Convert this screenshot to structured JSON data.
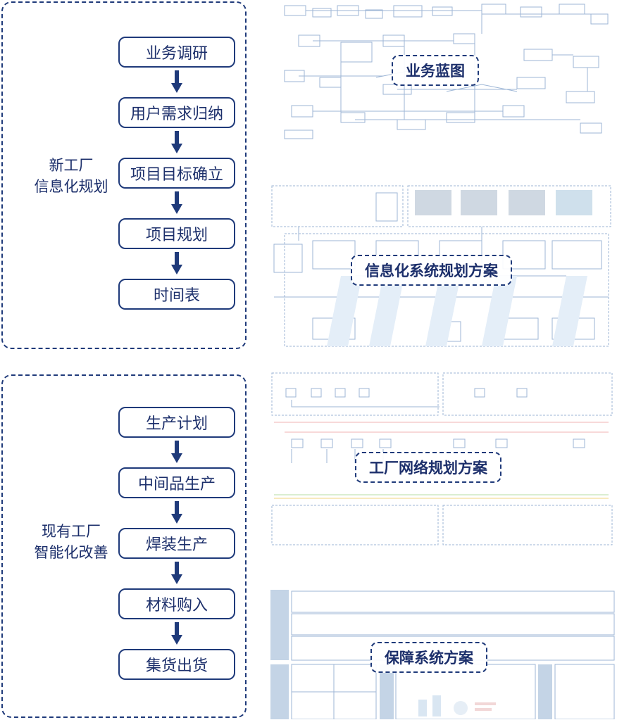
{
  "group1": {
    "title_line1": "新工厂",
    "title_line2": "信息化规划",
    "steps": [
      "业务调研",
      "用户需求归纳",
      "项目目标确立",
      "项目规划",
      "时间表"
    ]
  },
  "group2": {
    "title_line1": "现有工厂",
    "title_line2": "智能化改善",
    "steps": [
      "生产计划",
      "中间品生产",
      "焊装生产",
      "材料购入",
      "集货出货"
    ]
  },
  "panels": [
    {
      "label": "业务蓝图"
    },
    {
      "label": "信息化系统规划方案"
    },
    {
      "label": "工厂网络规划方案"
    },
    {
      "label": "保障系统方案"
    }
  ],
  "colors": {
    "primary": "#1f3a7a",
    "faint": "#9db6d6"
  }
}
